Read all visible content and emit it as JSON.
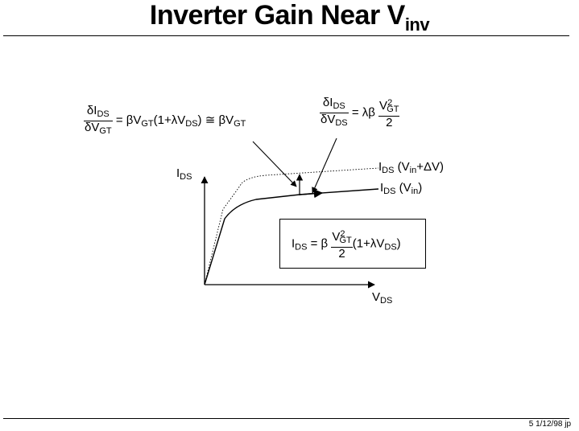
{
  "title": {
    "main": "Inverter Gain Near V",
    "sub": "inv"
  },
  "eq_left": {
    "num_main": "δI",
    "num_sub": "DS",
    "den_main": "δV",
    "den_sub": "GT",
    "rhs_a": "= βV",
    "rhs_a_sub": "GT",
    "rhs_b": "(1+λV",
    "rhs_b_sub": "DS",
    "rhs_c": ") ≅ βV",
    "rhs_c_sub": "GT"
  },
  "eq_right": {
    "num_main": "δI",
    "num_sub": "DS",
    "den_main": "δV",
    "den_sub": "DS",
    "mid": "= λβ",
    "frac_num_main": "V",
    "frac_num_sup": "2",
    "frac_num_sub": "GT",
    "frac_den": "2"
  },
  "axes": {
    "y_main": "I",
    "y_sub": "DS",
    "x_main": "V",
    "x_sub": "DS"
  },
  "curve_labels": {
    "upper_main": "I",
    "upper_sub": "DS",
    "upper_rest": " (V",
    "upper_rest_sub": "in",
    "upper_end": "+ΔV)",
    "lower_main": "I",
    "lower_sub": "DS",
    "lower_rest": " (V",
    "lower_rest_sub": "in",
    "lower_end": ")"
  },
  "box_eq": {
    "lhs": "I",
    "lhs_sub": "DS",
    "eq": " = β",
    "frac_num_main": "V",
    "frac_num_sup": "2",
    "frac_num_sub": "GT",
    "frac_den": "2",
    "tail": "(1+λV",
    "tail_sub": "DS",
    "tail_end": ")"
  },
  "footer": "5  1/12/98  jp"
}
